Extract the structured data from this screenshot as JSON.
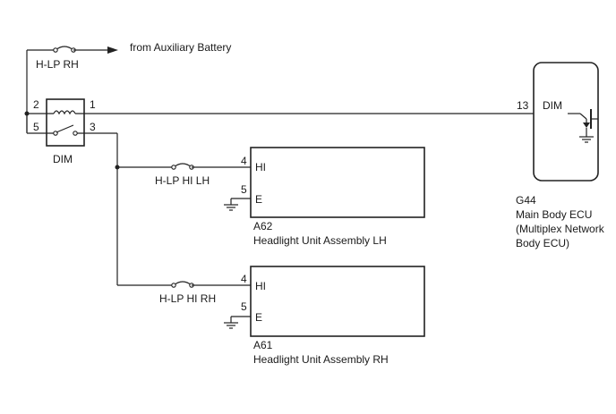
{
  "power": {
    "source_label": "from Auxiliary Battery",
    "fuse_label": "H-LP RH"
  },
  "dim_relay": {
    "name": "DIM",
    "pin_coil_top": "2",
    "pin_coil_out": "1",
    "pin_switch_in": "5",
    "pin_switch_out": "3"
  },
  "fuse_hi_lh": {
    "label": "H-LP HI LH"
  },
  "fuse_hi_rh": {
    "label": "H-LP HI RH"
  },
  "headlight_lh": {
    "connector": "A62",
    "name": "Headlight Unit Assembly LH",
    "pin_hi": "4",
    "label_hi": "HI",
    "pin_e": "5",
    "label_e": "E"
  },
  "headlight_rh": {
    "connector": "A61",
    "name": "Headlight Unit Assembly RH",
    "pin_hi": "4",
    "label_hi": "HI",
    "pin_e": "5",
    "label_e": "E"
  },
  "ecu": {
    "connector": "G44",
    "pin": "13",
    "terminal": "DIM",
    "name_line1": "Main Body ECU",
    "name_line2": "(Multiplex Network",
    "name_line3": "Body ECU)"
  }
}
